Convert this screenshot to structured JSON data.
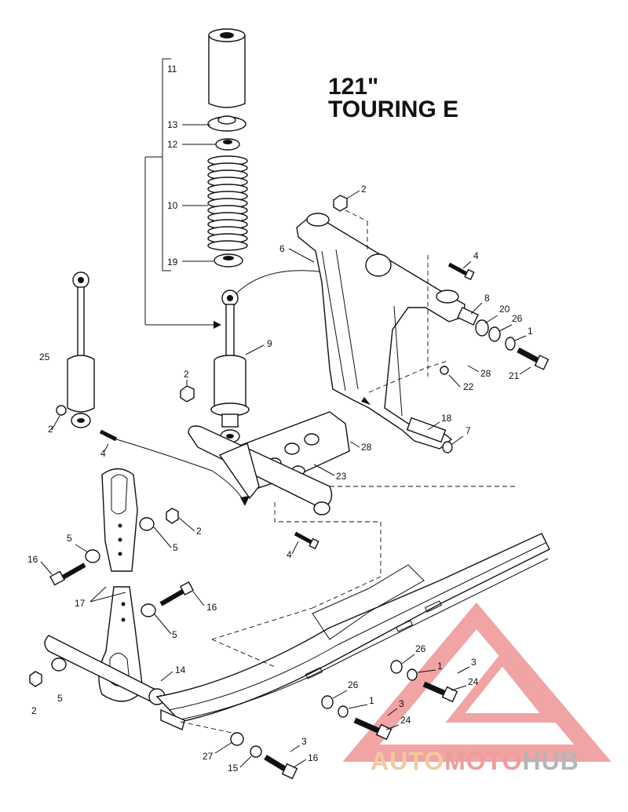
{
  "title": {
    "line1": "121\"",
    "line2": "TOURING E"
  },
  "callouts": [
    {
      "id": "c11",
      "text": "11"
    },
    {
      "id": "c13",
      "text": "13"
    },
    {
      "id": "c12",
      "text": "12"
    },
    {
      "id": "c10",
      "text": "10"
    },
    {
      "id": "c19",
      "text": "19"
    },
    {
      "id": "c25",
      "text": "25"
    },
    {
      "id": "c9",
      "text": "9"
    },
    {
      "id": "c2a",
      "text": "2"
    },
    {
      "id": "c2b",
      "text": "2"
    },
    {
      "id": "c2c",
      "text": "2"
    },
    {
      "id": "c2d",
      "text": "2"
    },
    {
      "id": "c2e",
      "text": "2"
    },
    {
      "id": "c4a",
      "text": "4"
    },
    {
      "id": "c4b",
      "text": "4"
    },
    {
      "id": "c4c",
      "text": "4"
    },
    {
      "id": "c6",
      "text": "6"
    },
    {
      "id": "c8",
      "text": "8"
    },
    {
      "id": "c20",
      "text": "20"
    },
    {
      "id": "c26a",
      "text": "26"
    },
    {
      "id": "c1a",
      "text": "1"
    },
    {
      "id": "c21",
      "text": "21"
    },
    {
      "id": "c28a",
      "text": "28"
    },
    {
      "id": "c22",
      "text": "22"
    },
    {
      "id": "c18",
      "text": "18"
    },
    {
      "id": "c7",
      "text": "7"
    },
    {
      "id": "c28b",
      "text": "28"
    },
    {
      "id": "c23",
      "text": "23"
    },
    {
      "id": "c5a",
      "text": "5"
    },
    {
      "id": "c5b",
      "text": "5"
    },
    {
      "id": "c5c",
      "text": "5"
    },
    {
      "id": "c5d",
      "text": "5"
    },
    {
      "id": "c16a",
      "text": "16"
    },
    {
      "id": "c16b",
      "text": "16"
    },
    {
      "id": "c16c",
      "text": "16"
    },
    {
      "id": "c17",
      "text": "17"
    },
    {
      "id": "c14",
      "text": "14"
    },
    {
      "id": "c26b",
      "text": "26"
    },
    {
      "id": "c1b",
      "text": "1"
    },
    {
      "id": "c3a",
      "text": "3"
    },
    {
      "id": "c24a",
      "text": "24"
    },
    {
      "id": "c26c",
      "text": "26"
    },
    {
      "id": "c1c",
      "text": "1"
    },
    {
      "id": "c3b",
      "text": "3"
    },
    {
      "id": "c24b",
      "text": "24"
    },
    {
      "id": "c27",
      "text": "27"
    },
    {
      "id": "c15",
      "text": "15"
    },
    {
      "id": "c3c",
      "text": "3"
    }
  ],
  "watermark": {
    "part1": "AUTO",
    "part2": "MOTO",
    "part3": "HUB",
    "color1": "#f2c9a0",
    "color2": "#ef9c9c",
    "color3": "#b5b5b5",
    "logo_color": "#e45a5a"
  }
}
